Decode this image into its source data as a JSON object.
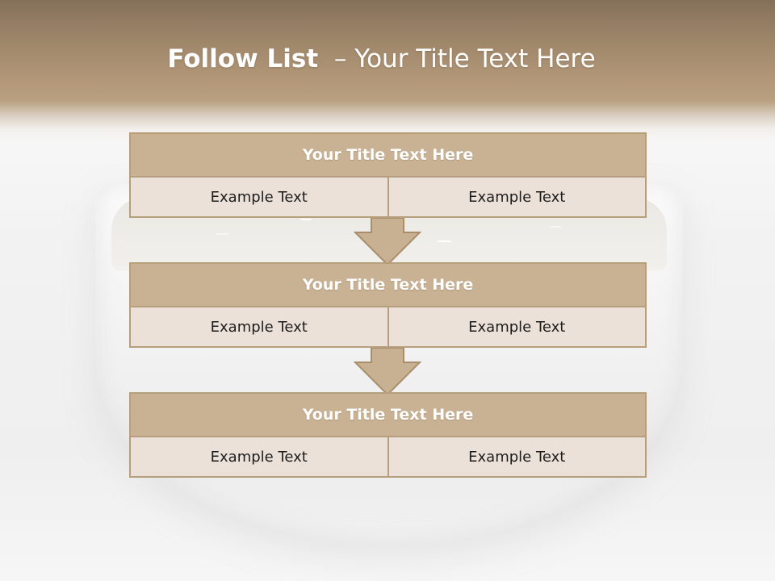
{
  "slide": {
    "title_bold": "Follow List",
    "title_rest": "– Your Title Text Here"
  },
  "steps": [
    {
      "title": "Your Title Text Here",
      "cells": [
        "Example Text",
        "Example Text"
      ]
    },
    {
      "title": "Your Title Text Here",
      "cells": [
        "Example Text",
        "Example Text"
      ]
    },
    {
      "title": "Your Title Text Here",
      "cells": [
        "Example Text",
        "Example Text"
      ]
    }
  ],
  "colors": {
    "header_band": "#9c8468",
    "box_title_fill": "#c9b294",
    "box_cell_fill": "#ebe1d8",
    "border": "#b79e7c",
    "arrow_fill": "#c8b192"
  }
}
